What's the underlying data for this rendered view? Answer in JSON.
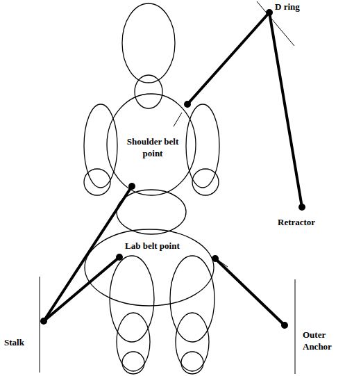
{
  "diagram": {
    "labels": [
      "D ring",
      "Shoulder belt point",
      "Retractor",
      "Lab belt point",
      "Stalk",
      "Outer Anchor"
    ]
  }
}
